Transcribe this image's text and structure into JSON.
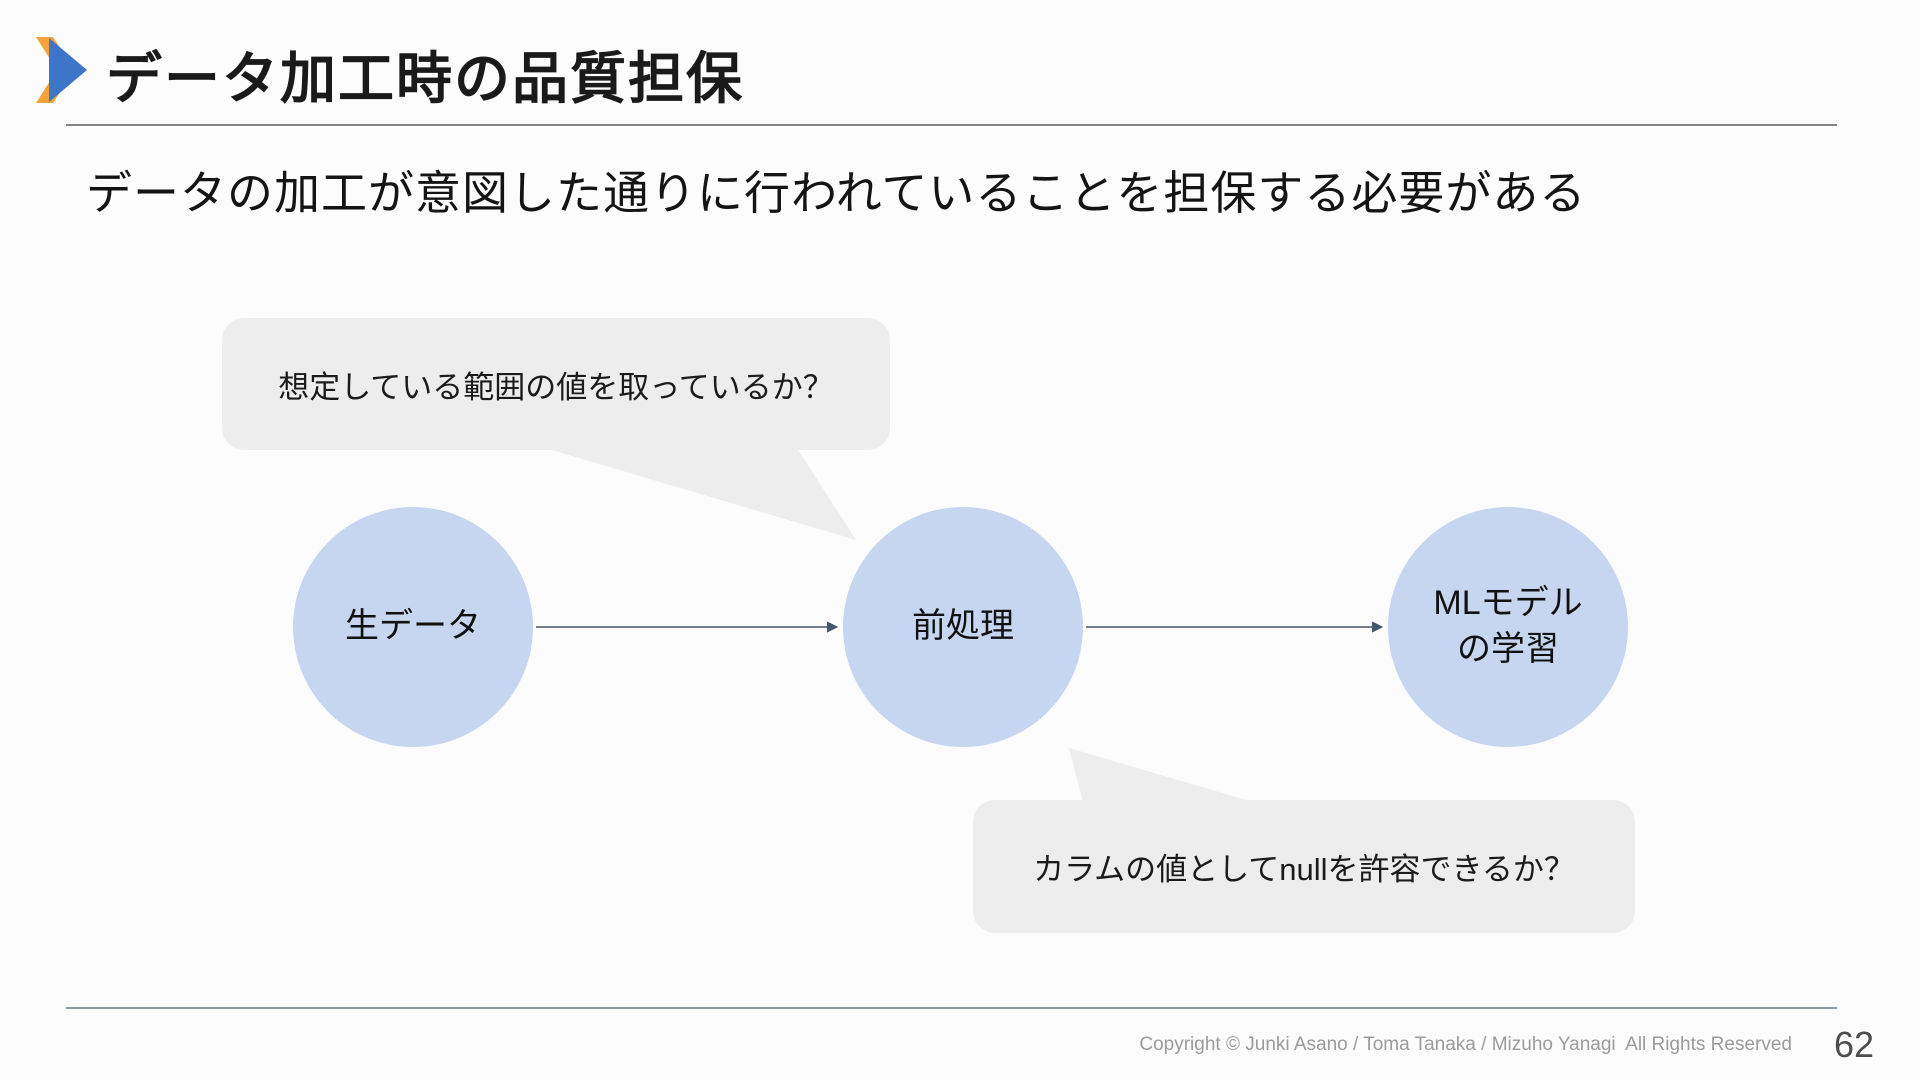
{
  "slide": {
    "title": "データ加工時の品質担保",
    "subtitle": "データの加工が意図した通りに行われていることを担保する必要がある",
    "copyright": "Copyright © Junki Asano / Toma Tanaka / Mizuho Yanagi  All Rights Reserved",
    "page_number": "62"
  },
  "diagram": {
    "nodes": [
      {
        "id": "raw-data",
        "label": "生データ"
      },
      {
        "id": "preprocessing",
        "label": "前処理"
      },
      {
        "id": "ml-training",
        "label": "MLモデル\nの学習"
      }
    ],
    "callouts": [
      {
        "target": "preprocessing",
        "text": "想定している範囲の値を取っているか？"
      },
      {
        "target": "preprocessing",
        "text": "カラムの値としてnullを許容できるか？"
      }
    ],
    "flow": [
      "生データ → 前処理",
      "前処理 → MLモデルの学習"
    ]
  },
  "colors": {
    "node_fill": "#c6d6f1",
    "callout_fill": "#ededed",
    "arrow": "#44546a",
    "accent_orange": "#f2a33c",
    "accent_blue": "#3d76c8",
    "rule_gray": "#858585"
  }
}
